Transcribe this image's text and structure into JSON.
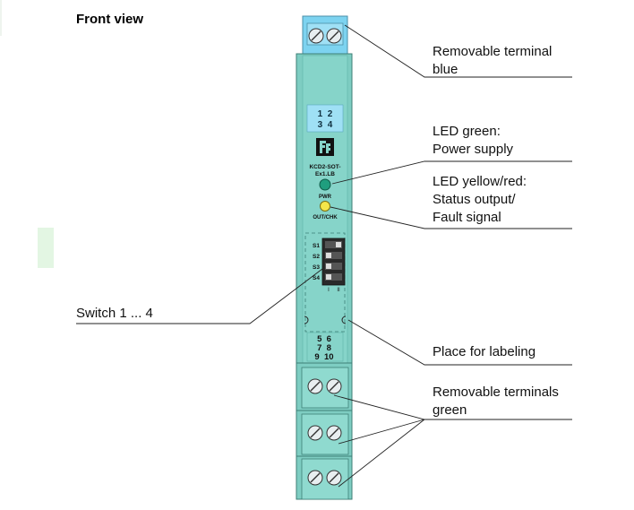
{
  "title": "Front view",
  "callouts": {
    "terminal_blue": "Removable terminal\nblue",
    "led_green": "LED green:\nPower supply",
    "led_yellow": "LED yellow/red:\nStatus output/\nFault signal",
    "switch": "Switch 1 ... 4",
    "labeling": "Place for labeling",
    "terminals_green": "Removable terminals\ngreen"
  },
  "device": {
    "terminal_top": {
      "r1": "1  2",
      "r2": "3  4"
    },
    "model": {
      "l1": "KCD2-SOT-",
      "l2": "Ex1.LB"
    },
    "pwr_label": "PWR",
    "out_label": "OUT/CHK",
    "switches": [
      "S1",
      "S2",
      "S3",
      "S4"
    ],
    "switch_positions": {
      "a": "I",
      "b": "II"
    },
    "terminal_bottom": {
      "r1": "5  6",
      "r2": "7  8",
      "r3": "9  10"
    }
  },
  "colors": {
    "housing": "#7ecdc2",
    "housing_dark": "#5fb3a8",
    "terminal_blue": "#7dd3f0",
    "led_green": "#1f9e7e",
    "led_yellow": "#f4e64a"
  }
}
